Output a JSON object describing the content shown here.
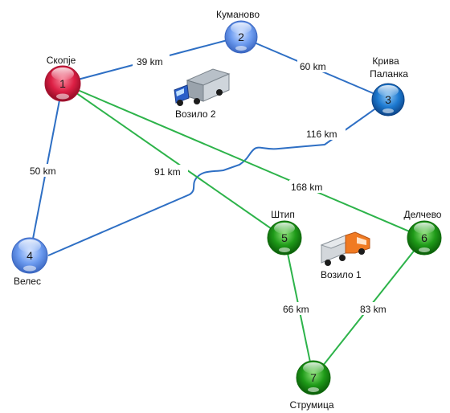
{
  "nodes": [
    {
      "id": "1",
      "number": "1",
      "name": "Скопје",
      "color": "red"
    },
    {
      "id": "2",
      "number": "2",
      "name": "Куманово",
      "color": "light-blue"
    },
    {
      "id": "3",
      "number": "3",
      "name_lines": [
        "Крива",
        "Паланка"
      ],
      "color": "dark-blue"
    },
    {
      "id": "4",
      "number": "4",
      "name": "Велес",
      "color": "light-blue"
    },
    {
      "id": "5",
      "number": "5",
      "name": "Штип",
      "color": "green"
    },
    {
      "id": "6",
      "number": "6",
      "name": "Делчево",
      "color": "green"
    },
    {
      "id": "7",
      "number": "7",
      "name": "Струмица",
      "color": "green"
    }
  ],
  "edges": [
    {
      "from": "1",
      "to": "2",
      "label": "39 km",
      "color": "#2e6fc4"
    },
    {
      "from": "2",
      "to": "3",
      "label": "60 km",
      "color": "#2e6fc4"
    },
    {
      "from": "1",
      "to": "4",
      "label": "50 km",
      "color": "#2e6fc4"
    },
    {
      "from": "3",
      "to": "4",
      "label": "116 km",
      "color": "#2e6fc4"
    },
    {
      "from": "1",
      "to": "5",
      "label": "91 km",
      "color": "#2db34a"
    },
    {
      "from": "1",
      "to": "6",
      "label": "168 km",
      "color": "#2db34a"
    },
    {
      "from": "5",
      "to": "7",
      "label": "66 km",
      "color": "#2db34a"
    },
    {
      "from": "6",
      "to": "7",
      "label": "83 km",
      "color": "#2db34a"
    }
  ],
  "vehicles": [
    {
      "label": "Возило 2",
      "cab_color": "#2a5fc9"
    },
    {
      "label": "Возило 1",
      "cab_color": "#f07a22"
    }
  ]
}
